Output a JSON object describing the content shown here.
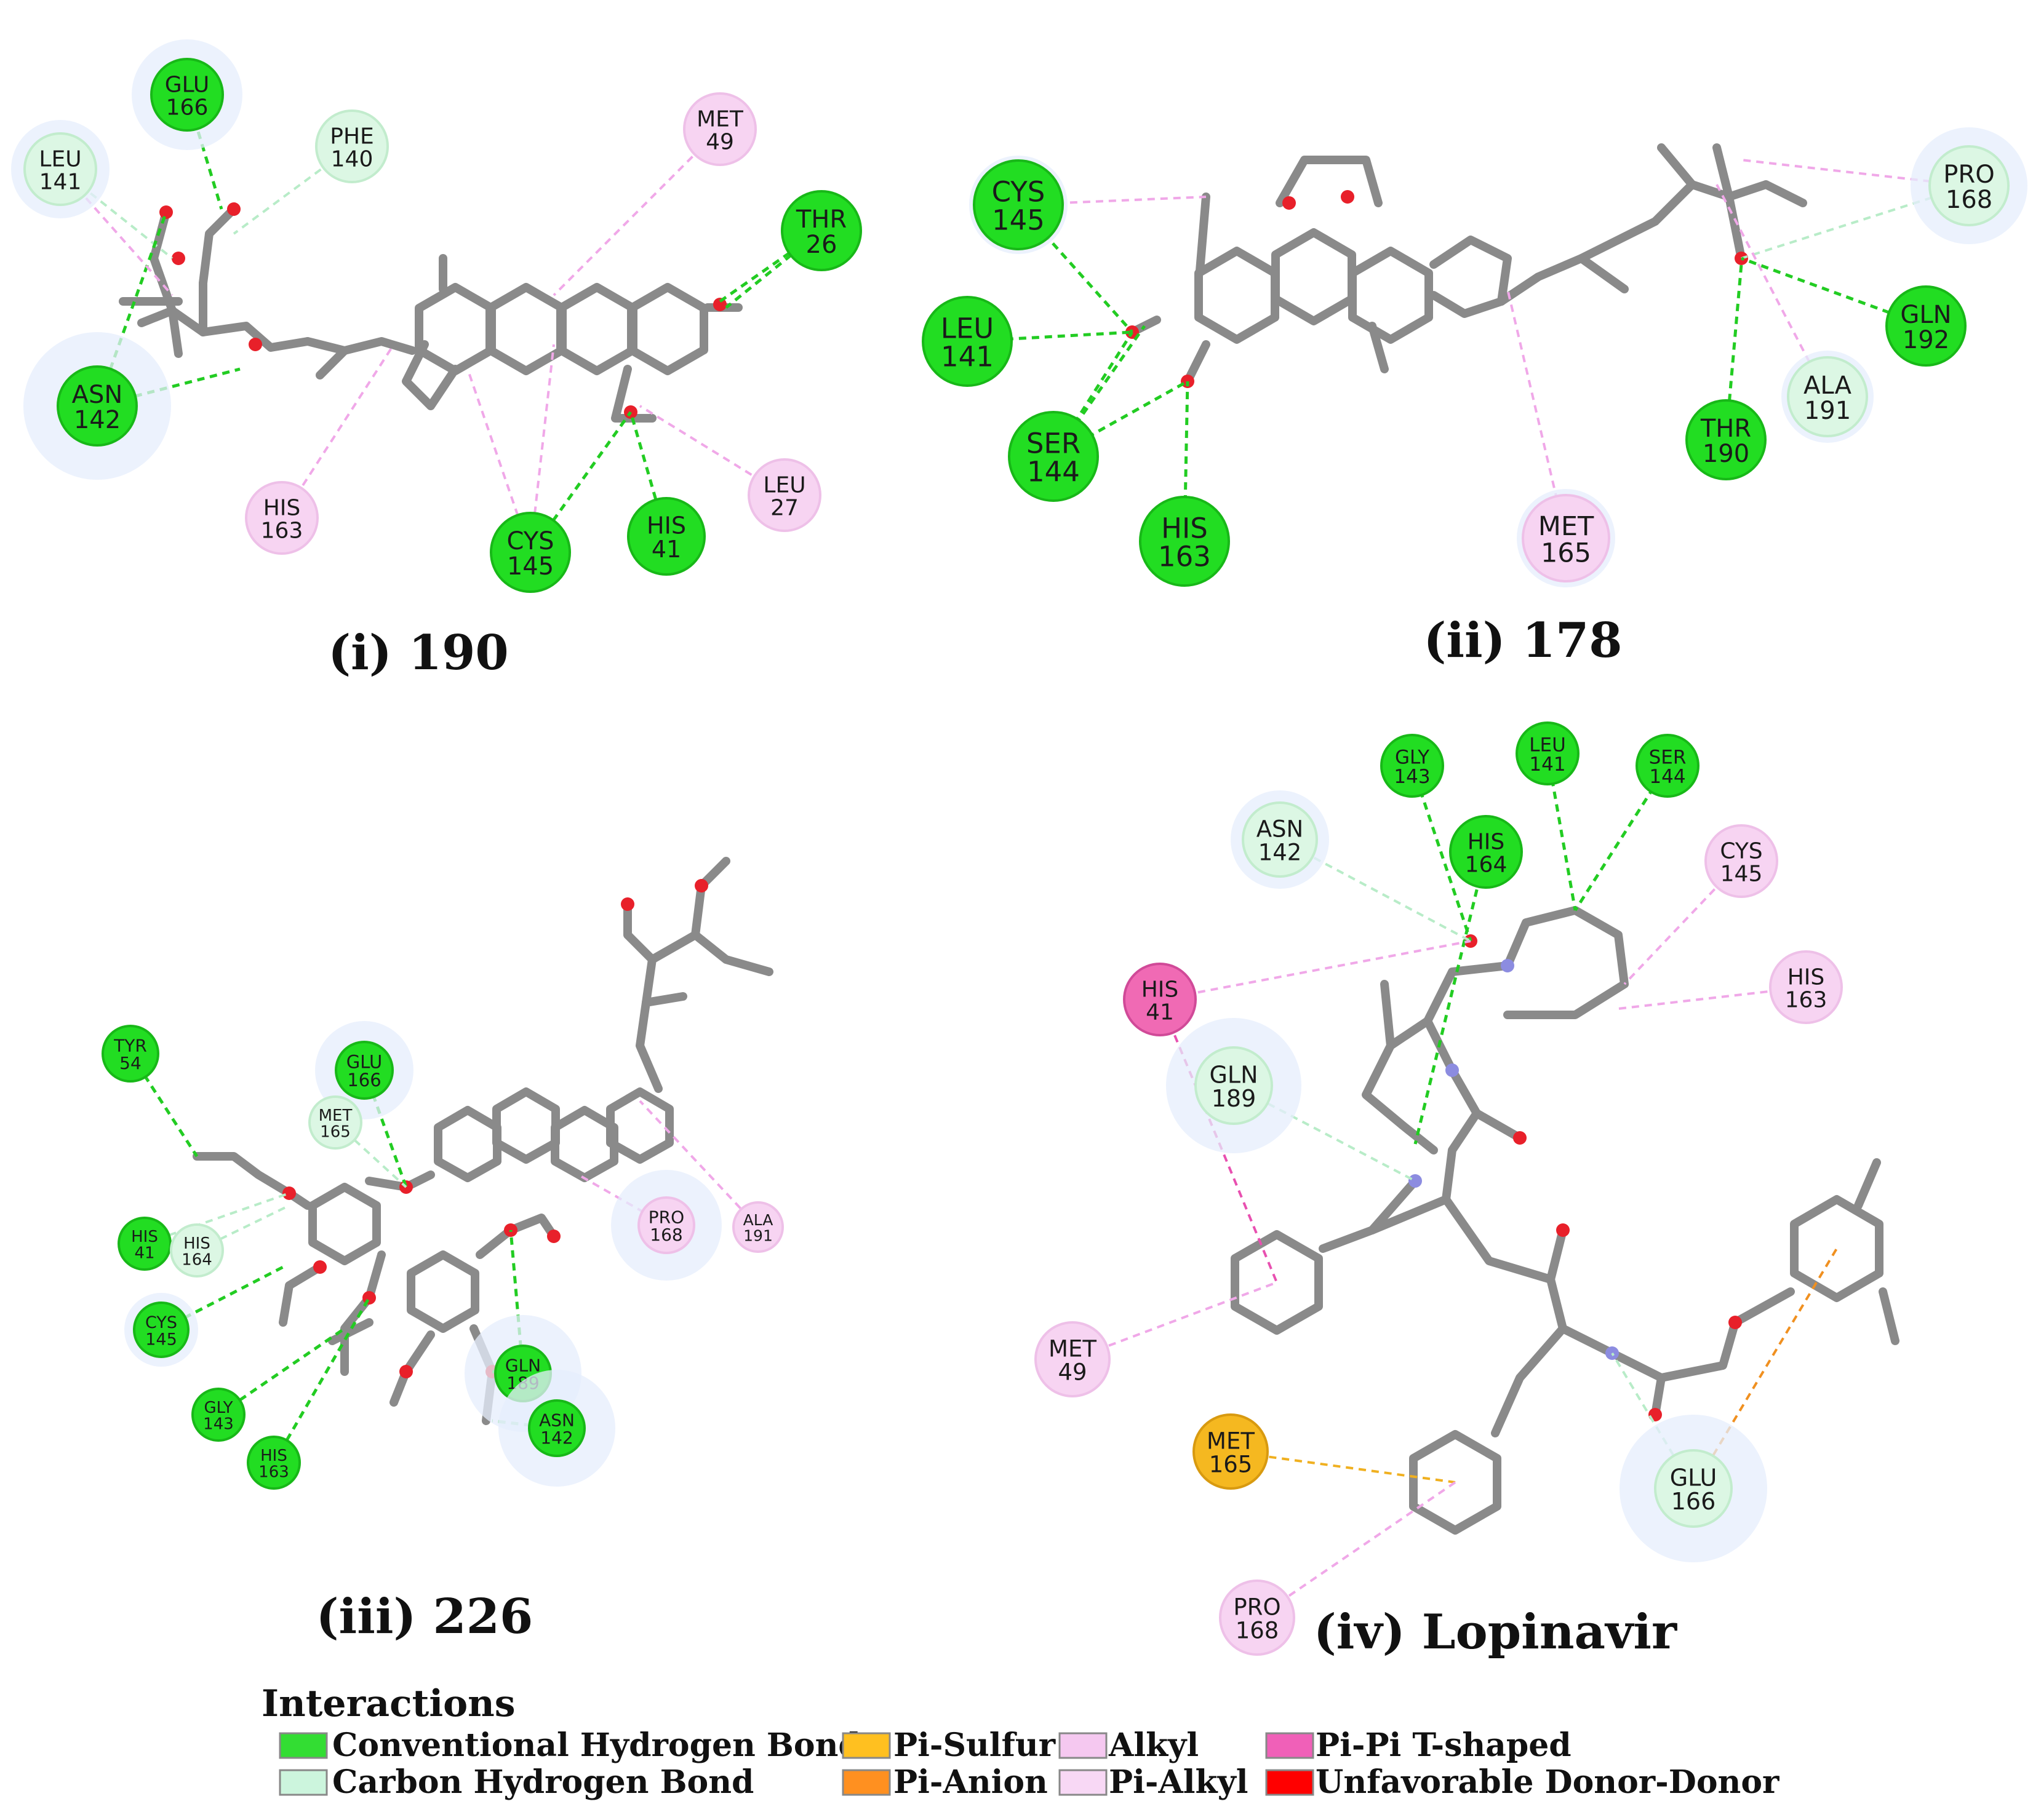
{
  "panels": [
    {
      "id": "p1",
      "caption": "(i) 190",
      "residues": [
        {
          "id": "p1-glu166",
          "name": "GLU",
          "num": "166",
          "type": "hbond",
          "halo": true
        },
        {
          "id": "p1-leu141",
          "name": "LEU",
          "num": "141",
          "type": "carbon_h",
          "halo": true
        },
        {
          "id": "p1-phe140",
          "name": "PHE",
          "num": "140",
          "type": "carbon_h",
          "halo": false
        },
        {
          "id": "p1-met49",
          "name": "MET",
          "num": "49",
          "type": "alkyl",
          "halo": false
        },
        {
          "id": "p1-thr26",
          "name": "THR",
          "num": "26",
          "type": "hbond",
          "halo": false
        },
        {
          "id": "p1-asn142",
          "name": "ASN",
          "num": "142",
          "type": "hbond",
          "halo": true
        },
        {
          "id": "p1-his163",
          "name": "HIS",
          "num": "163",
          "type": "alkyl",
          "halo": false
        },
        {
          "id": "p1-cys145",
          "name": "CYS",
          "num": "145",
          "type": "hbond",
          "halo": false
        },
        {
          "id": "p1-his41",
          "name": "HIS",
          "num": "41",
          "type": "hbond",
          "halo": false
        },
        {
          "id": "p1-leu27",
          "name": "LEU",
          "num": "27",
          "type": "alkyl",
          "halo": false
        }
      ]
    },
    {
      "id": "p2",
      "caption": "(ii) 178",
      "residues": [
        {
          "id": "p2-cys145",
          "name": "CYS",
          "num": "145",
          "type": "hbond",
          "halo": true
        },
        {
          "id": "p2-leu141",
          "name": "LEU",
          "num": "141",
          "type": "hbond",
          "halo": false
        },
        {
          "id": "p2-ser144",
          "name": "SER",
          "num": "144",
          "type": "hbond",
          "halo": false
        },
        {
          "id": "p2-his163",
          "name": "HIS",
          "num": "163",
          "type": "hbond",
          "halo": false
        },
        {
          "id": "p2-met165",
          "name": "MET",
          "num": "165",
          "type": "alkyl",
          "halo": true
        },
        {
          "id": "p2-pro168",
          "name": "PRO",
          "num": "168",
          "type": "carbon_h",
          "halo": true
        },
        {
          "id": "p2-gln192",
          "name": "GLN",
          "num": "192",
          "type": "hbond",
          "halo": false
        },
        {
          "id": "p2-ala191",
          "name": "ALA",
          "num": "191",
          "type": "carbon_h",
          "halo": true
        },
        {
          "id": "p2-thr190",
          "name": "THR",
          "num": "190",
          "type": "hbond",
          "halo": false
        }
      ]
    },
    {
      "id": "p3",
      "caption": "(iii) 226",
      "residues": [
        {
          "id": "p3-tyr54",
          "name": "TYR",
          "num": "54",
          "type": "hbond",
          "halo": false
        },
        {
          "id": "p3-glu166",
          "name": "GLU",
          "num": "166",
          "type": "hbond",
          "halo": true
        },
        {
          "id": "p3-met165",
          "name": "MET",
          "num": "165",
          "type": "carbon_h",
          "halo": false
        },
        {
          "id": "p3-his41",
          "name": "HIS",
          "num": "41",
          "type": "hbond",
          "halo": false
        },
        {
          "id": "p3-his164",
          "name": "HIS",
          "num": "164",
          "type": "carbon_h",
          "halo": false
        },
        {
          "id": "p3-cys145",
          "name": "CYS",
          "num": "145",
          "type": "hbond",
          "halo": true
        },
        {
          "id": "p3-gly143",
          "name": "GLY",
          "num": "143",
          "type": "hbond",
          "halo": false
        },
        {
          "id": "p3-his163",
          "name": "HIS",
          "num": "163",
          "type": "hbond",
          "halo": false
        },
        {
          "id": "p3-pro168",
          "name": "PRO",
          "num": "168",
          "type": "alkyl",
          "halo": true
        },
        {
          "id": "p3-ala191",
          "name": "ALA",
          "num": "191",
          "type": "alkyl",
          "halo": false
        },
        {
          "id": "p3-gln189",
          "name": "GLN",
          "num": "189",
          "type": "hbond",
          "halo": true
        },
        {
          "id": "p3-asn142",
          "name": "ASN",
          "num": "142",
          "type": "hbond",
          "halo": true
        }
      ]
    },
    {
      "id": "p4",
      "caption": "(iv) Lopinavir",
      "residues": [
        {
          "id": "p4-gly143",
          "name": "GLY",
          "num": "143",
          "type": "hbond",
          "halo": false
        },
        {
          "id": "p4-leu141",
          "name": "LEU",
          "num": "141",
          "type": "hbond",
          "halo": false
        },
        {
          "id": "p4-ser144",
          "name": "SER",
          "num": "144",
          "type": "hbond",
          "halo": false
        },
        {
          "id": "p4-asn142",
          "name": "ASN",
          "num": "142",
          "type": "carbon_h",
          "halo": true
        },
        {
          "id": "p4-his164",
          "name": "HIS",
          "num": "164",
          "type": "hbond",
          "halo": false
        },
        {
          "id": "p4-cys145",
          "name": "CYS",
          "num": "145",
          "type": "alkyl",
          "halo": false
        },
        {
          "id": "p4-his41",
          "name": "HIS",
          "num": "41",
          "type": "pipi_t",
          "halo": false
        },
        {
          "id": "p4-his163",
          "name": "HIS",
          "num": "163",
          "type": "alkyl",
          "halo": false
        },
        {
          "id": "p4-gln189",
          "name": "GLN",
          "num": "189",
          "type": "carbon_h",
          "halo": true
        },
        {
          "id": "p4-met49",
          "name": "MET",
          "num": "49",
          "type": "alkyl",
          "halo": false
        },
        {
          "id": "p4-met165",
          "name": "MET",
          "num": "165",
          "type": "pi_sulfur",
          "halo": false
        },
        {
          "id": "p4-glu166",
          "name": "GLU",
          "num": "166",
          "type": "carbon_h",
          "halo": true
        },
        {
          "id": "p4-pro168",
          "name": "PRO",
          "num": "168",
          "type": "alkyl",
          "halo": false
        }
      ]
    }
  ],
  "legend": {
    "title": "Interactions",
    "items": [
      {
        "key": "hbond",
        "label": "Conventional Hydrogen Bond",
        "color": "#33dd33"
      },
      {
        "key": "carbon_h",
        "label": "Carbon Hydrogen Bond",
        "color": "#ccf5dd"
      },
      {
        "key": "pi_sulfur",
        "label": "Pi-Sulfur",
        "color": "#ffc020"
      },
      {
        "key": "pi_anion",
        "label": "Pi-Anion",
        "color": "#ff9020"
      },
      {
        "key": "alkyl",
        "label": "Alkyl",
        "color": "#f5c8f0"
      },
      {
        "key": "pi_alkyl",
        "label": "Pi-Alkyl",
        "color": "#f8d8f5"
      },
      {
        "key": "pipi_t",
        "label": "Pi-Pi T-shaped",
        "color": "#f060b8"
      },
      {
        "key": "unfav_dd",
        "label": "Unfavorable Donor-Donor",
        "color": "#ff0000"
      }
    ]
  },
  "colors": {
    "hbond_fill": "#22dd22",
    "hbond_stroke": "#18b818",
    "carbon_h_fill": "#dcf7e4",
    "carbon_h_stroke": "#c2eccd",
    "alkyl_fill": "#f7d4f2",
    "alkyl_stroke": "#eec0e8",
    "pi_sulfur_fill": "#f5b820",
    "pipi_t_fill": "#f06ab4",
    "bond": "#8a8a8a",
    "oxygen": "#e8202a",
    "nitrogen": "#8c8ce0",
    "halo": "#e6eefc"
  }
}
